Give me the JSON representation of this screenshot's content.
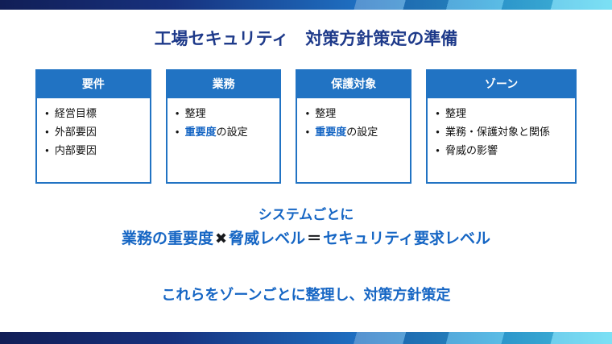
{
  "title": "工場セキュリティ　対策方針策定の準備",
  "icons": {
    "bullet": "●"
  },
  "cards": [
    {
      "header": "要件",
      "items": [
        {
          "pre": "経営目標",
          "hl": "",
          "post": ""
        },
        {
          "pre": "外部要因",
          "hl": "",
          "post": ""
        },
        {
          "pre": "内部要因",
          "hl": "",
          "post": ""
        }
      ]
    },
    {
      "header": "業務",
      "items": [
        {
          "pre": "整理",
          "hl": "",
          "post": ""
        },
        {
          "pre": "",
          "hl": "重要度",
          "post": "の設定"
        }
      ]
    },
    {
      "header": "保護対象",
      "items": [
        {
          "pre": "整理",
          "hl": "",
          "post": ""
        },
        {
          "pre": "",
          "hl": "重要度",
          "post": "の設定"
        }
      ]
    },
    {
      "header": "ゾーン",
      "items": [
        {
          "pre": "整理",
          "hl": "",
          "post": ""
        },
        {
          "pre": "業務・保護対象と関係",
          "hl": "",
          "post": ""
        },
        {
          "pre": "脅威の影響",
          "hl": "",
          "post": ""
        }
      ]
    }
  ],
  "formula": {
    "intro": "システムごとに",
    "seg1": "業務の重要度",
    "op1": "✖",
    "seg2": "脅威レベル",
    "op2": "＝",
    "seg3": "セキュリティ要求レベル"
  },
  "conclusion": "これらをゾーンごとに整理し、対策方針策定",
  "colors": {
    "accent-blue": "#1666c4",
    "header-blue": "#2173c3",
    "title-navy": "#1e3a8a",
    "bar-navy": "#111e56",
    "bar-blue": "#1e6ec0",
    "bar-cyan": "#4fd6f1"
  }
}
